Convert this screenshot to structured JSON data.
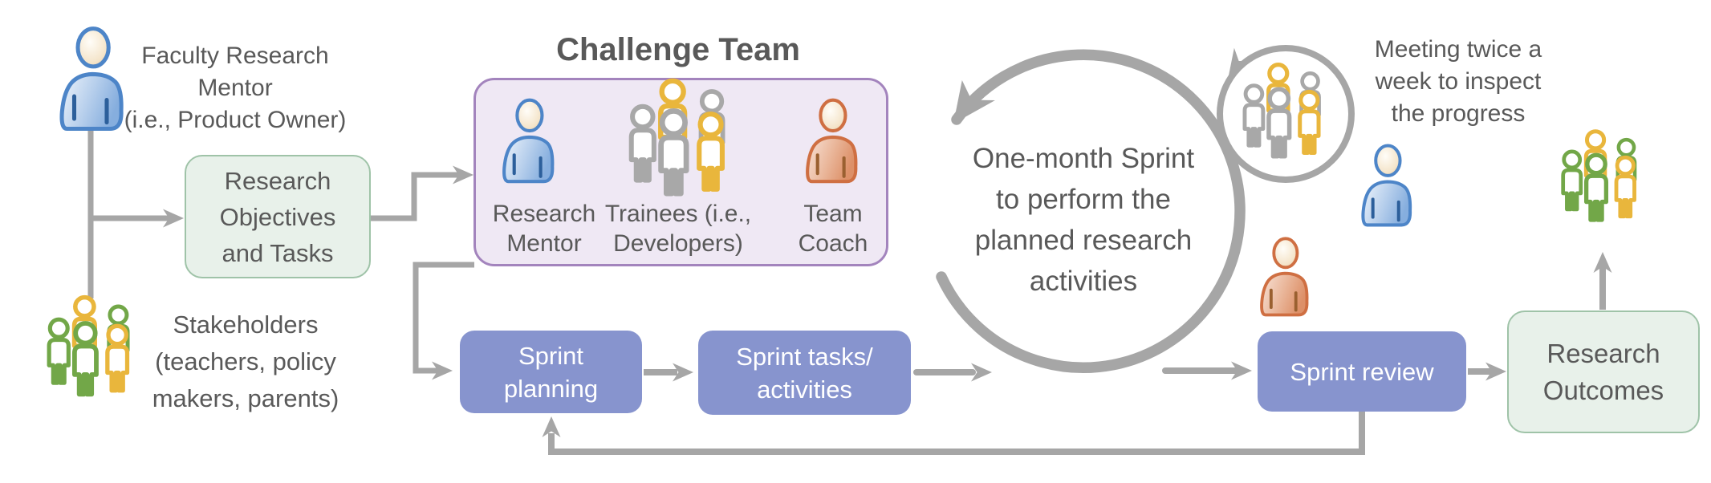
{
  "palette": {
    "arrow_gray": "#a6a6a6",
    "text_gray": "#595959",
    "blue_box": "#8794ce",
    "green_box_fill": "#e8f1ea",
    "green_box_border": "#9fc3a8",
    "purple_box_fill": "#efe8f4",
    "purple_box_border": "#a384bd",
    "icon_yellow": "#e9b63c",
    "icon_green": "#72a748",
    "icon_gray": "#a8a8a8",
    "icon_blue": "#4d85c8",
    "icon_orange": "#cf6f42"
  },
  "actors": {
    "faculty": {
      "label": "Faculty Research Mentor\n(i.e., Product Owner)"
    },
    "stakeholders": {
      "label": "Stakeholders\n(teachers, policy\nmakers, parents)"
    }
  },
  "objectives_box": {
    "label": "Research\nObjectives\nand Tasks"
  },
  "challenge_team": {
    "title": "Challenge Team",
    "members": [
      {
        "label": "Research\nMentor",
        "icon": "person-blue-icon"
      },
      {
        "label": "Trainees (i.e.,\nDevelopers)",
        "icon": "group-people-icon"
      },
      {
        "label": "Team\nCoach",
        "icon": "person-orange-icon"
      }
    ]
  },
  "flow": {
    "sprint_planning": {
      "label": "Sprint\nplanning"
    },
    "sprint_tasks": {
      "label": "Sprint tasks/\nactivities"
    },
    "sprint_review": {
      "label": "Sprint review"
    },
    "research_outcomes": {
      "label": "Research\nOutcomes"
    }
  },
  "sprint_cycle": {
    "label": "One-month Sprint\nto perform the\nplanned research\nactivities",
    "meeting_note": "Meeting twice a\nweek to inspect\nthe progress"
  },
  "icons": {
    "faculty_person": "person-blue-icon",
    "stakeholders_group": "group-people-icon (yellow/green)",
    "trainees_group": "group-people-icon (yellow/gray)",
    "meeting_group": "group-people-icon (yellow/gray)",
    "outcomes_group": "group-people-icon (yellow/green)",
    "meeting_person": "person-blue-icon",
    "review_person": "person-orange-icon"
  }
}
